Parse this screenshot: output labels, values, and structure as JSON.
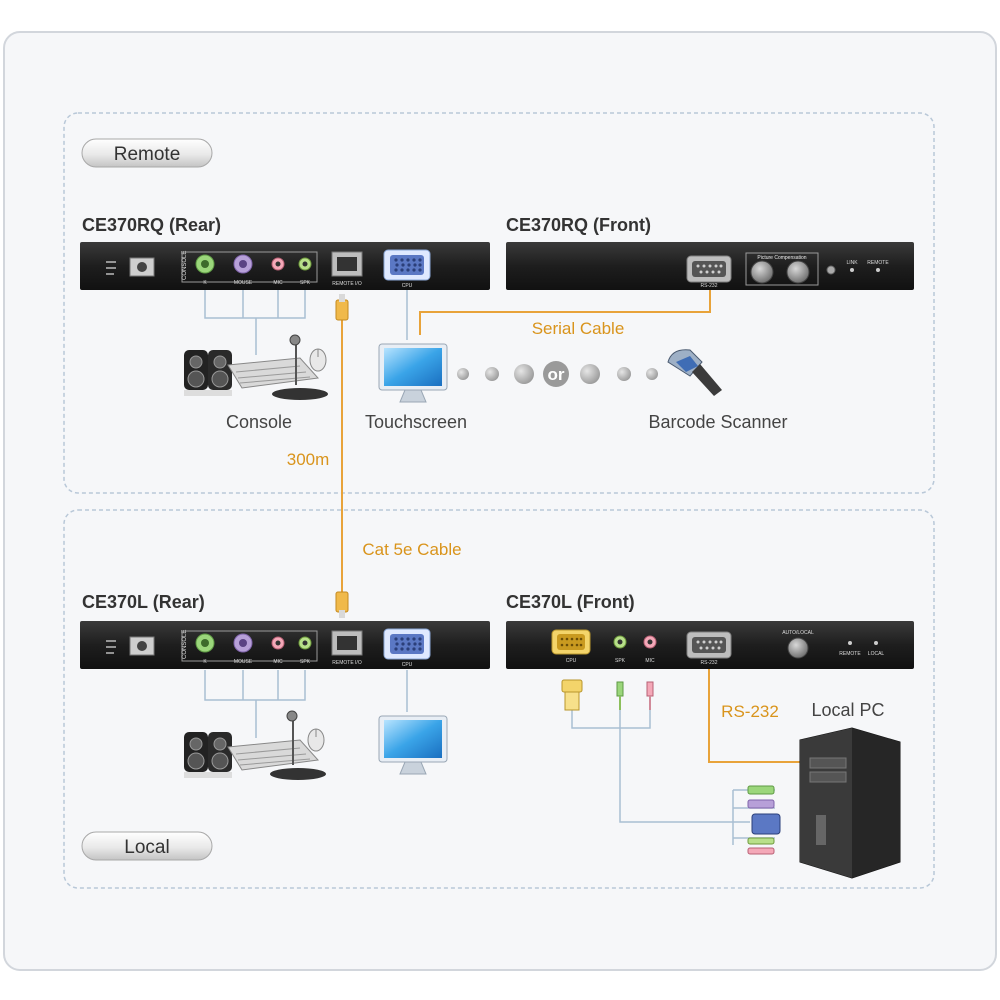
{
  "sections": {
    "remote": {
      "label": "Remote"
    },
    "local": {
      "label": "Local"
    }
  },
  "remote_rear": {
    "title": "CE370RQ (Rear)",
    "port_labels": {
      "console": "CONSOLE",
      "kb": "K",
      "mouse": "MOUSE",
      "mic": "MIC",
      "spk": "SPK",
      "rj45": "REMOTE I/O",
      "vga": "CPU"
    }
  },
  "remote_front": {
    "title": "CE370RQ (Front)",
    "port_labels": {
      "rs232": "RS-232",
      "picture": "Picture Compensation",
      "link": "LINK",
      "remote": "REMOTE"
    }
  },
  "local_rear": {
    "title": "CE370L (Rear)",
    "port_labels": {
      "console": "CONSOLE",
      "kb": "K",
      "mouse": "MOUSE",
      "mic": "MIC",
      "spk": "SPK",
      "rj45": "REMOTE I/O",
      "vga": "CPU"
    }
  },
  "local_front": {
    "title": "CE370L (Front)",
    "port_labels": {
      "cpu": "CPU",
      "mic": "MIC",
      "spk": "SPK",
      "rs232": "RS-232",
      "auto_local": "AUTO/LOCAL",
      "remote": "REMOTE",
      "local": "LOCAL"
    }
  },
  "labels": {
    "console": "Console",
    "touchscreen": "Touchscreen",
    "barcode": "Barcode Scanner",
    "serial_cable": "Serial Cable",
    "or": "or",
    "distance": "300m",
    "cat5e": "Cat 5e Cable",
    "rs232": "RS-232",
    "local_pc": "Local PC"
  },
  "colors": {
    "cable_orange": "#e8a33a",
    "label_orange": "#d9941c",
    "device_body": "#1c1c1c",
    "panel_border": "#b9c8d8",
    "wire_blue": "#a9bfd3",
    "text_dark": "#444444"
  },
  "icons": [
    "power-jack-icon",
    "ps2-keyboard-port-icon",
    "ps2-mouse-port-icon",
    "audio-jack-icon",
    "rj45-port-icon",
    "vga-port-icon",
    "db9-port-icon",
    "knob-icon",
    "led-icon",
    "speaker-icon",
    "keyboard-icon",
    "microphone-icon",
    "mouse-icon",
    "monitor-icon",
    "barcode-scanner-icon",
    "pc-tower-icon",
    "cable-connector-icon"
  ]
}
